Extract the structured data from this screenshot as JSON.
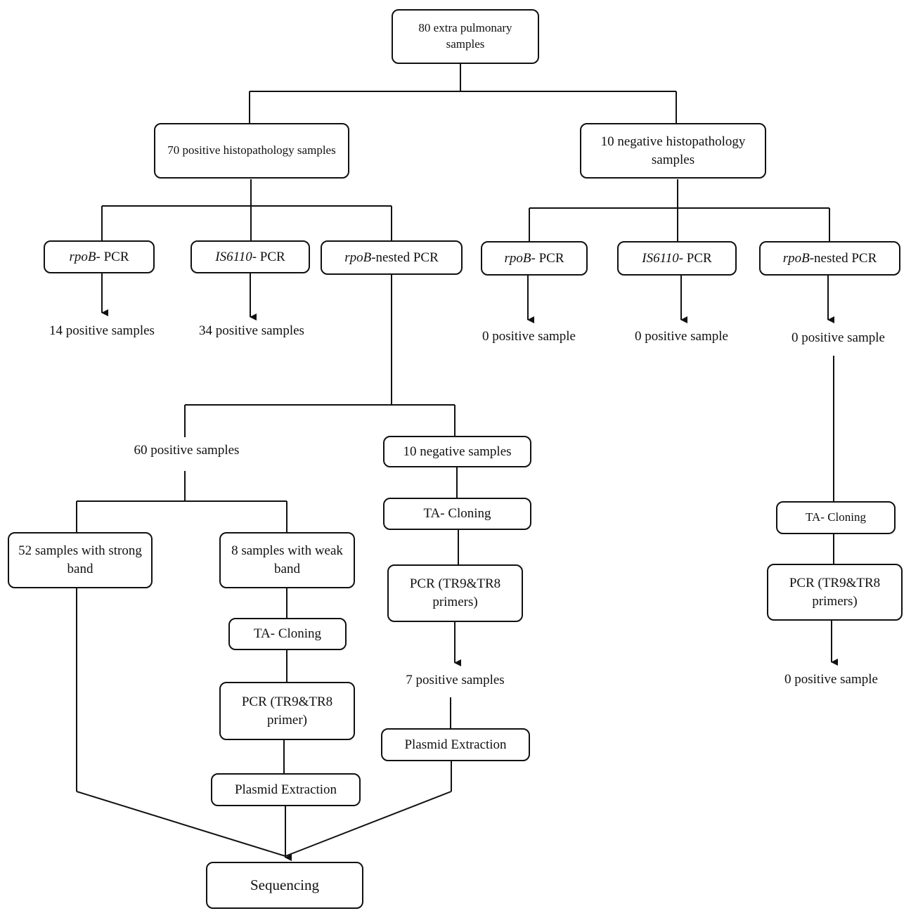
{
  "root": "80 extra pulmonary samples",
  "branches": {
    "positive_histo": "70 positive histopathology samples",
    "negative_histo": "10 negative histopathology samples"
  },
  "tests": {
    "rpob_gene": "rpoB",
    "rpob_suffix": "- PCR",
    "is6110_gene": "IS6110",
    "is6110_suffix": "- PCR",
    "nested_gene": "rpoB",
    "nested_suffix": "-nested PCR"
  },
  "results": {
    "rpob_pos": "14 positive samples",
    "is6110_pos": "34 positive samples",
    "neg_rpob": "0 positive sample",
    "neg_is6110": "0 positive sample",
    "neg_nested": "0 positive sample",
    "nested_pos": "60 positive samples",
    "nested_neg": "10 negative samples",
    "strong_band": "52 samples with strong band",
    "weak_band": "8 samples with weak band",
    "after_cloning_pos": "7 positive samples",
    "neg_final": "0 positive sample"
  },
  "steps": {
    "ta_cloning": "TA- Cloning",
    "pcr_primers": "PCR (TR9&TR8 primers)",
    "pcr_primer": "PCR (TR9&TR8 primer)",
    "plasmid": "Plasmid Extraction",
    "sequencing": "Sequencing"
  }
}
